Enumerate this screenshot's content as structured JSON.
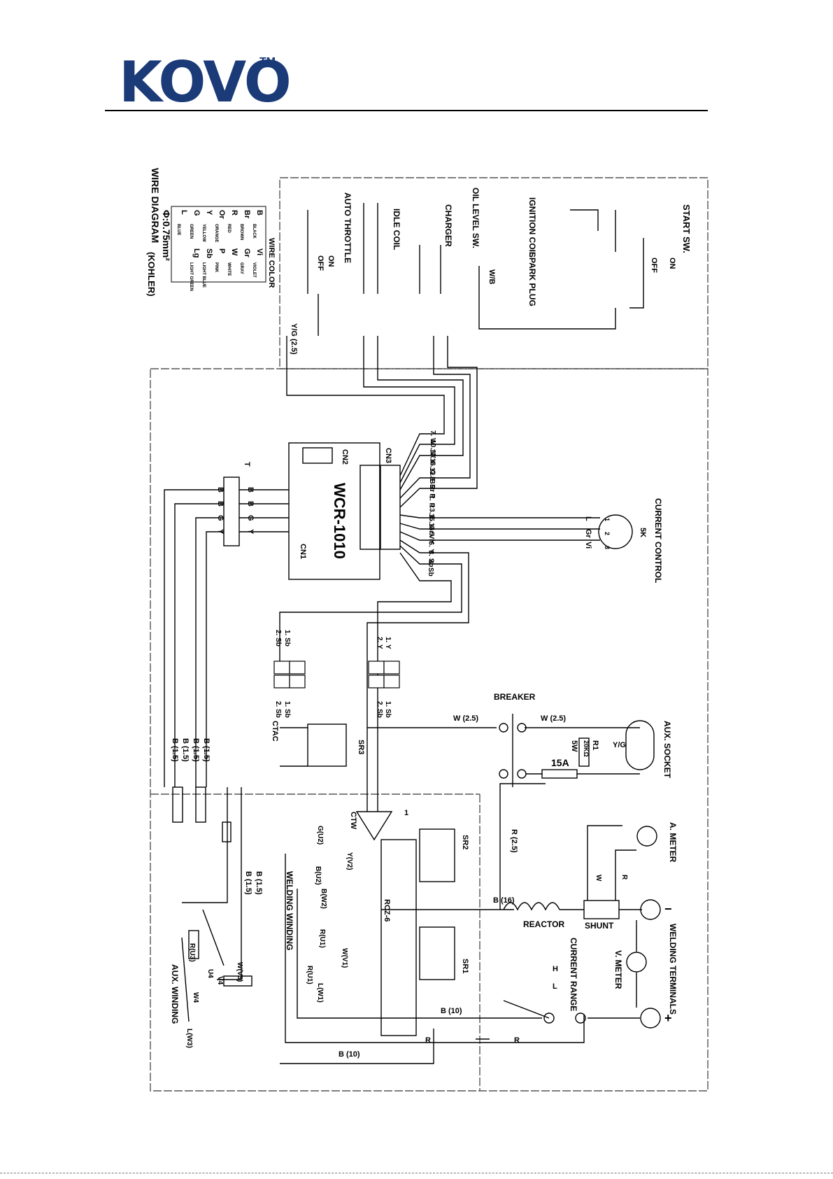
{
  "header": {
    "logo": "KOVO",
    "tm": "TM"
  },
  "frame": {
    "title": "WIRE DIAGRAM",
    "spec": "Φ:0.75mm²",
    "maker": "(KOHLER)"
  },
  "legend": {
    "title": "WIRE COLOR",
    "rows": [
      [
        "B",
        "BLACK",
        "Vi",
        "VIOLET"
      ],
      [
        "Br",
        "BROWN",
        "Gr",
        "GRAY"
      ],
      [
        "R",
        "RED",
        "W",
        "WHITE"
      ],
      [
        "Or",
        "ORANGE",
        "P",
        "PINK"
      ],
      [
        "Y",
        "YELLOW",
        "Sb",
        "LIGHT BLUE"
      ],
      [
        "G",
        "GREEN",
        "Lg",
        "LIGHT GREEN"
      ],
      [
        "L",
        "BLUE",
        "",
        ""
      ]
    ]
  },
  "engine": {
    "start_sw": "START SW.",
    "on": "ON",
    "off": "OFF",
    "ignition_coil": "IGNITION COIL",
    "spark_plug": "SPARK PLUG",
    "oil_level_sw": "OIL LEVEL SW.",
    "wb": "W/B",
    "charger": "CHARGER",
    "idle_coil": "IDLE COIL",
    "auto_throttle": "AUTO THROTTLE",
    "auto_on": "ON",
    "auto_off": "OFF",
    "ground": "Y/G (2.5)"
  },
  "controller": {
    "name": "WCR-1010",
    "cn1": "CN1",
    "cn2": "CN2",
    "cn3": "CN3",
    "pins": [
      "7. W",
      "10. W",
      "17. G",
      "16. G",
      "12. B",
      "8. Br",
      "2. R",
      "1. R",
      "13. L",
      "15. Gr",
      "14. Vi",
      "5. Y",
      "6. Y",
      "3. Sb",
      "4. Sb"
    ],
    "terminal_block": "T",
    "tb_left": [
      "B",
      "B",
      "G",
      "Y"
    ],
    "tb_right": [
      "B",
      "B",
      "G",
      "Y"
    ]
  },
  "current_control": {
    "label": "CURRENT CONTROL",
    "value": "5K",
    "wires": [
      "L",
      "Gr",
      "Vi"
    ],
    "pins": [
      "1",
      "2",
      "3"
    ]
  },
  "connectors": {
    "c1a": "1. Sb",
    "c1b": "2. Sb",
    "c2a": "1. Y",
    "c2b": "2. Y",
    "c3a": "1. Sb",
    "c3b": "2. Sb",
    "c4a": "1. Sb",
    "c4b": "2. Sb"
  },
  "power": {
    "breaker": "BREAKER",
    "w_left": "W (2.5)",
    "w_right": "W (2.5)",
    "aux_socket": "AUX. SOCKET",
    "yg": "Y/G",
    "r1": "R1",
    "r1_val": "20KΩ",
    "r1_w": "5W",
    "fuse": "15A",
    "sr3": "SR3",
    "ctac": "CTAC",
    "ctw": "CTW",
    "one": "1",
    "b15": [
      "B (1.5)",
      "B (1.5)",
      "B (1.5)",
      "B (1.5)"
    ],
    "r25": "R (2.5)"
  },
  "welding": {
    "a_meter": "A. METER",
    "v_meter": "V. METER",
    "w": "W",
    "r": "R",
    "terminals": "WELDING TERMINALS",
    "minus": "−",
    "plus": "+",
    "reactor": "REACTOR",
    "shunt": "SHUNT",
    "b16": "B (16)",
    "current_range": "CURRENT RANGE",
    "h": "H",
    "l": "L",
    "sr1": "SR1",
    "sr2": "SR2",
    "rcz": "RCZ-6",
    "winding": "WELDING WINDING",
    "taps": [
      "G(U2)",
      "Y(V2)",
      "B(U2)",
      "B(W2)",
      "R(U1)",
      "W(V1)",
      "R(U1)",
      "L(W1)"
    ],
    "b10a": "B (10)",
    "b10b": "B (10)",
    "r_bottom": "R",
    "r_small": "R"
  },
  "aux_winding": {
    "label": "AUX. WINDING",
    "taps": [
      "R(U3)",
      "U4",
      "W(V3)",
      "V4",
      "W4",
      "L(W3)"
    ],
    "b15": [
      "B (1.5)",
      "B (1.5)"
    ]
  }
}
